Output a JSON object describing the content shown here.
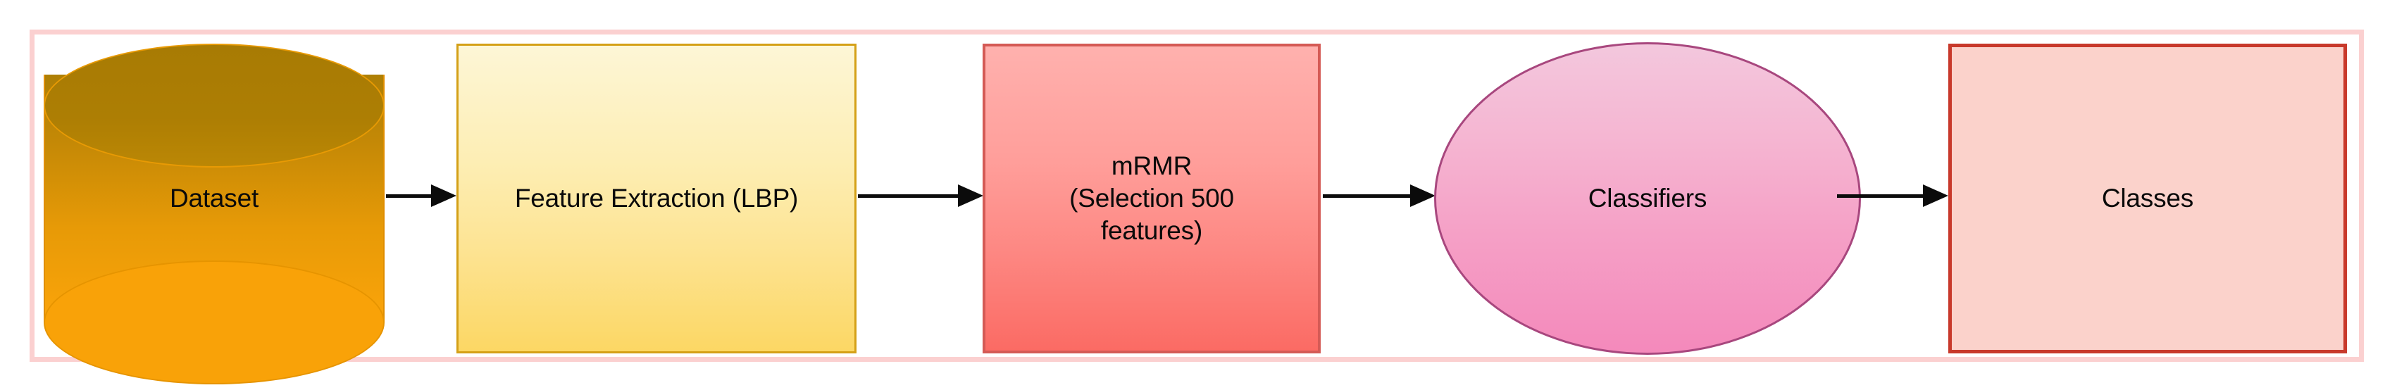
{
  "diagram": {
    "title": "Classification pipeline flowchart",
    "container": {
      "border_color": "#fbd0d0"
    },
    "nodes": [
      {
        "id": "dataset",
        "shape": "cylinder",
        "label": "Dataset",
        "fill_top": "#a87b04",
        "fill_bottom": "#fba40a",
        "border_color": "#e08e00"
      },
      {
        "id": "feature-extraction",
        "shape": "rectangle",
        "label": "Feature Extraction (LBP)",
        "fill_top": "#fdf6d6",
        "fill_bottom": "#fcd764",
        "border_color": "#d4a017"
      },
      {
        "id": "mrmr",
        "shape": "rectangle",
        "label": "mRMR\n(Selection 500\nfeatures)",
        "fill_top": "#ffb1ae",
        "fill_bottom": "#fb6b64",
        "border_color": "#d45a55"
      },
      {
        "id": "classifiers",
        "shape": "ellipse",
        "label": "Classifiers",
        "fill_top": "#f3c7dd",
        "fill_bottom": "#f489bb",
        "border_color": "#a8477e"
      },
      {
        "id": "classes",
        "shape": "rectangle",
        "label": "Classes",
        "fill_top": "#fbd2cb",
        "fill_bottom": "#fbd2cb",
        "border_color": "#c8392b"
      }
    ],
    "edges": [
      {
        "id": "edge-1",
        "from": "dataset",
        "to": "feature-extraction",
        "label": "",
        "style": "solid-arrow",
        "color": "#0b0b0b"
      },
      {
        "id": "edge-2",
        "from": "feature-extraction",
        "to": "mrmr",
        "label": "",
        "style": "solid-arrow",
        "color": "#0b0b0b"
      },
      {
        "id": "edge-3",
        "from": "mrmr",
        "to": "classifiers",
        "label": "",
        "style": "solid-arrow",
        "color": "#0b0b0b"
      },
      {
        "id": "edge-4",
        "from": "classifiers",
        "to": "classes",
        "label": "",
        "style": "solid-arrow",
        "color": "#0b0b0b"
      }
    ]
  }
}
